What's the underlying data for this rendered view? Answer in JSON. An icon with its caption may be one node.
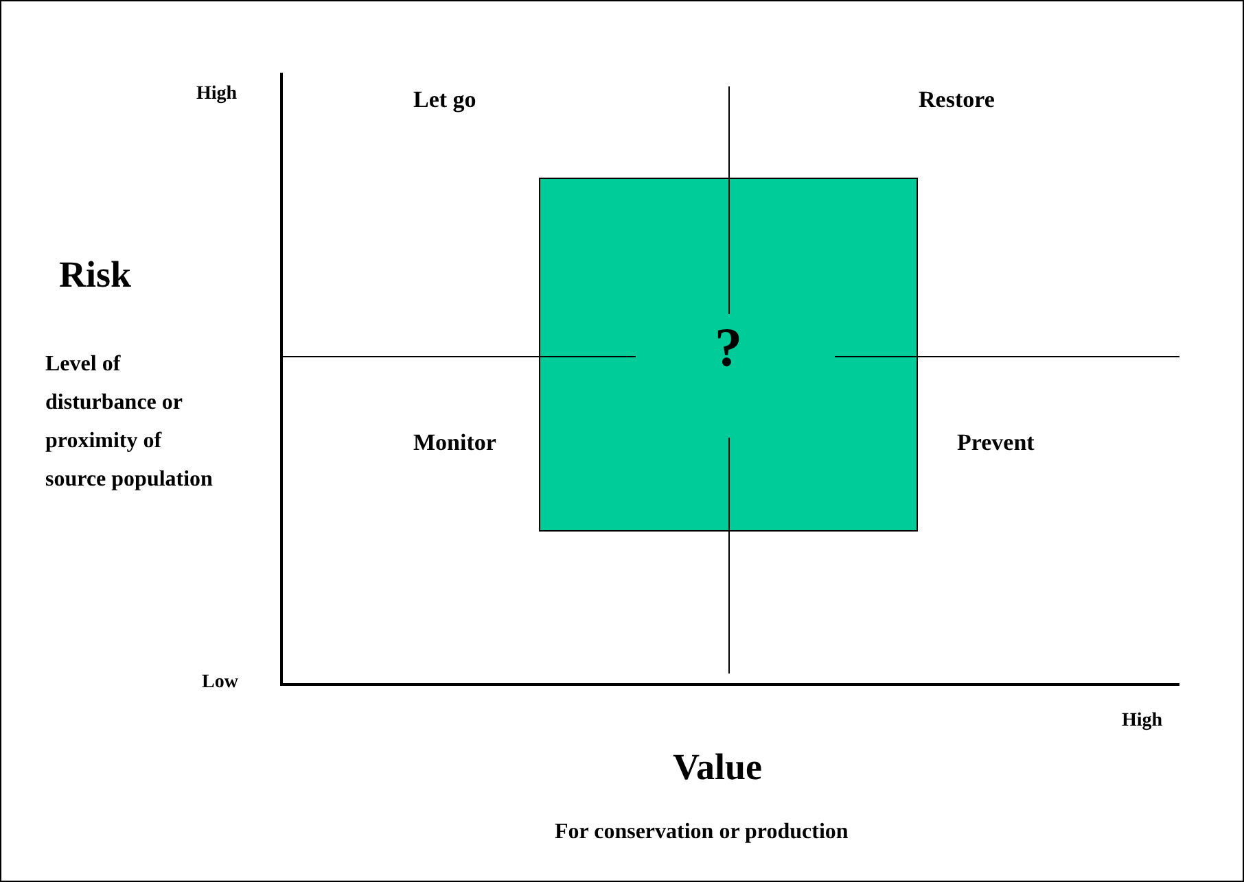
{
  "diagram": {
    "nodes": [
      {
        "text": [
          "?"
        ]
      }
    ],
    "labels": [
      "High",
      "Let go",
      "Restore",
      "Risk",
      "Level of disturbance or proximity of source population",
      "Monitor",
      "Prevent",
      "Low",
      "High",
      "Value",
      "For conservation or production"
    ]
  }
}
